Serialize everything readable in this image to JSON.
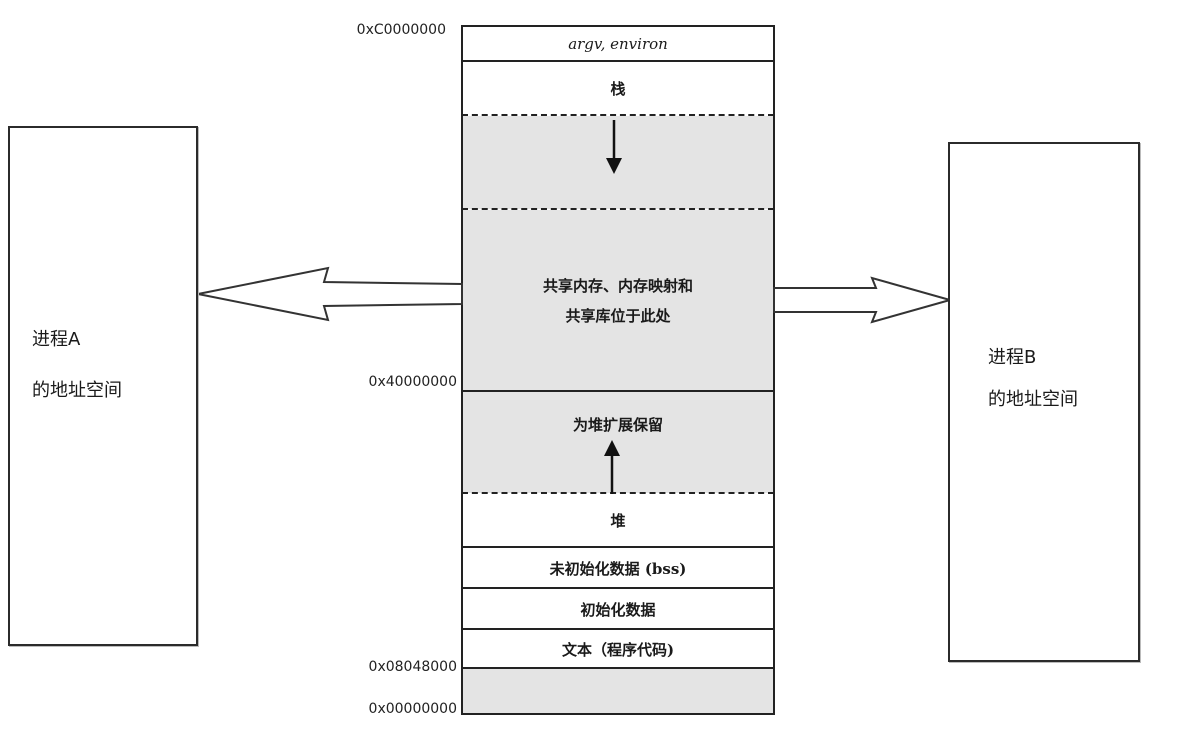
{
  "addresses": {
    "top": "0xC0000000",
    "mid": "0x40000000",
    "text_start": "0x08048000",
    "zero": "0x00000000"
  },
  "segments": {
    "argv_environ": "argv, environ",
    "stack": "栈",
    "shared_line1": "共享内存、内存映射和",
    "shared_line2": "共享库位于此处",
    "heap_reserved": "为堆扩展保留",
    "heap": "堆",
    "bss": "未初始化数据 (bss)",
    "data": "初始化数据",
    "text": "文本（程序代码)"
  },
  "process_a": {
    "line1": "进程A",
    "line2": "的地址空间"
  },
  "process_b": {
    "line1": "进程B",
    "line2": "的地址空间"
  }
}
